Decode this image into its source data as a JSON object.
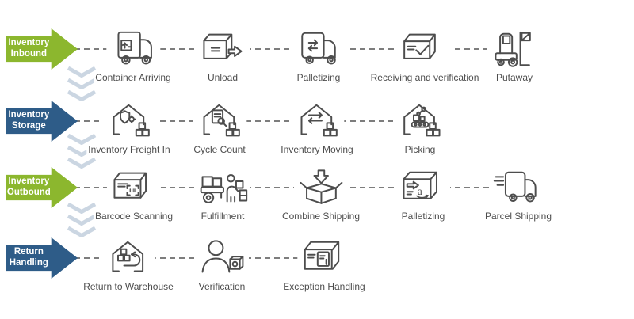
{
  "colors": {
    "inbound_arrow": "#8CB72E",
    "storage_arrow": "#2E5C88",
    "outbound_arrow": "#8CB72E",
    "return_arrow": "#2E5C88",
    "icon_stroke": "#4D4D4D",
    "label_text": "#4D4D4D",
    "dashed_line": "#7D7D7D",
    "chevron": "#CBD6E2"
  },
  "rows": [
    {
      "arrow": {
        "line1": "Inventory",
        "line2": "Inbound",
        "color": "#8CB72E"
      },
      "items": [
        {
          "label": "Container Arriving",
          "icon": "container-truck-icon"
        },
        {
          "label": "Unload",
          "icon": "unload-box-icon"
        },
        {
          "label": "Palletizing",
          "icon": "palletizing-truck-icon"
        },
        {
          "label": "Receiving and verification",
          "icon": "receiving-verification-box-icon"
        },
        {
          "label": "Putaway",
          "icon": "forklift-icon"
        }
      ]
    },
    {
      "arrow": {
        "line1": "Inventory",
        "line2": "Storage",
        "color": "#2E5C88"
      },
      "items": [
        {
          "label": "Inventory Freight In",
          "icon": "warehouse-shield-icon"
        },
        {
          "label": "Cycle Count",
          "icon": "warehouse-audit-icon"
        },
        {
          "label": "Inventory Moving",
          "icon": "warehouse-transfer-icon"
        },
        {
          "label": "Picking",
          "icon": "warehouse-picking-icon"
        }
      ]
    },
    {
      "arrow": {
        "line1": "Inventory",
        "line2": "Outbound",
        "color": "#8CB72E"
      },
      "items": [
        {
          "label": "Barcode Scanning",
          "icon": "barcode-box-icon"
        },
        {
          "label": "Fulfillment",
          "icon": "cart-person-icon"
        },
        {
          "label": "Combine Shipping",
          "icon": "open-box-arrow-icon"
        },
        {
          "label": "Palletizing",
          "icon": "branded-box-icon"
        },
        {
          "label": "Parcel Shipping",
          "icon": "delivery-truck-icon"
        }
      ]
    },
    {
      "arrow": {
        "line1": "Return",
        "line2": "Handling",
        "color": "#2E5C88"
      },
      "items": [
        {
          "label": "Return to Warehouse",
          "icon": "warehouse-return-icon"
        },
        {
          "label": "Verification",
          "icon": "person-box-icon"
        },
        {
          "label": "Exception Handling",
          "icon": "exception-box-icon"
        }
      ]
    }
  ]
}
